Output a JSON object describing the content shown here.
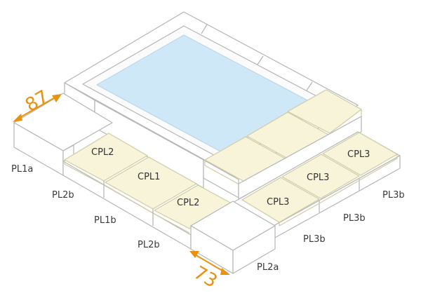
{
  "colors": {
    "water": "#cfe8f7",
    "tile": "#f7f4da",
    "tile_edge": "#cfcba5",
    "block": "#ffffff",
    "outline": "#b5b5b5",
    "accent": "#e8920f",
    "text": "#3a3a3a"
  },
  "labels": {
    "pl1a": "PL1a",
    "pl2b_top": "PL2b",
    "pl1b": "PL1b",
    "pl2b_bottom": "PL2b",
    "pl2a": "PL2a",
    "pl3b_1": "PL3b",
    "pl3b_2": "PL3b",
    "pl3b_3": "PL3b"
  },
  "tiles": {
    "cpl2_left": "CPL2",
    "cpl1": "CPL1",
    "cpl2_right": "CPL2",
    "cpl3_a": "CPL3",
    "cpl3_b": "CPL3",
    "cpl3_c": "CPL3"
  },
  "dimensions": {
    "top_left": "87",
    "bottom": "73"
  },
  "icons": {
    "dimension_arrow": "double-arrow-icon"
  }
}
